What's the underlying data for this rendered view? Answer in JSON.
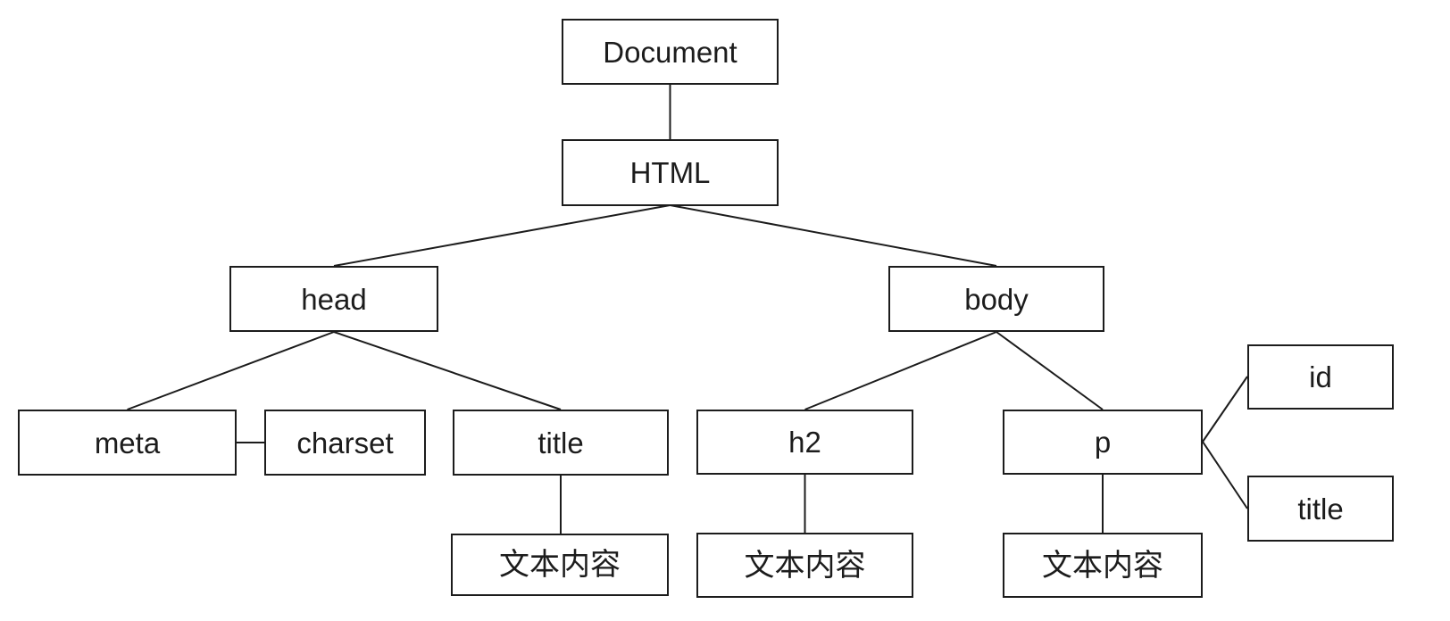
{
  "diagram": {
    "type": "tree",
    "description": "DOM document tree diagram",
    "colors": {
      "background": "#ffffff",
      "line": "#1c1c1c",
      "box_border": "#1c1c1c",
      "text": "#1c1c1c"
    },
    "nodes": {
      "document": {
        "label": "Document"
      },
      "html": {
        "label": "HTML"
      },
      "head": {
        "label": "head"
      },
      "body": {
        "label": "body"
      },
      "meta": {
        "label": "meta"
      },
      "charset": {
        "label": "charset"
      },
      "title": {
        "label": "title"
      },
      "h2": {
        "label": "h2"
      },
      "p": {
        "label": "p"
      },
      "id_attr": {
        "label": "id"
      },
      "title_attr": {
        "label": "title"
      },
      "title_text": {
        "label": "文本内容"
      },
      "h2_text": {
        "label": "文本内容"
      },
      "p_text": {
        "label": "文本内容"
      }
    },
    "edges": [
      {
        "from": "document",
        "to": "html"
      },
      {
        "from": "html",
        "to": "head"
      },
      {
        "from": "html",
        "to": "body"
      },
      {
        "from": "head",
        "to": "meta"
      },
      {
        "from": "head",
        "to": "title"
      },
      {
        "from": "meta",
        "to": "charset"
      },
      {
        "from": "title",
        "to": "title_text"
      },
      {
        "from": "body",
        "to": "h2"
      },
      {
        "from": "body",
        "to": "p"
      },
      {
        "from": "h2",
        "to": "h2_text"
      },
      {
        "from": "p",
        "to": "p_text"
      },
      {
        "from": "p",
        "to": "id_attr"
      },
      {
        "from": "p",
        "to": "title_attr"
      }
    ]
  }
}
